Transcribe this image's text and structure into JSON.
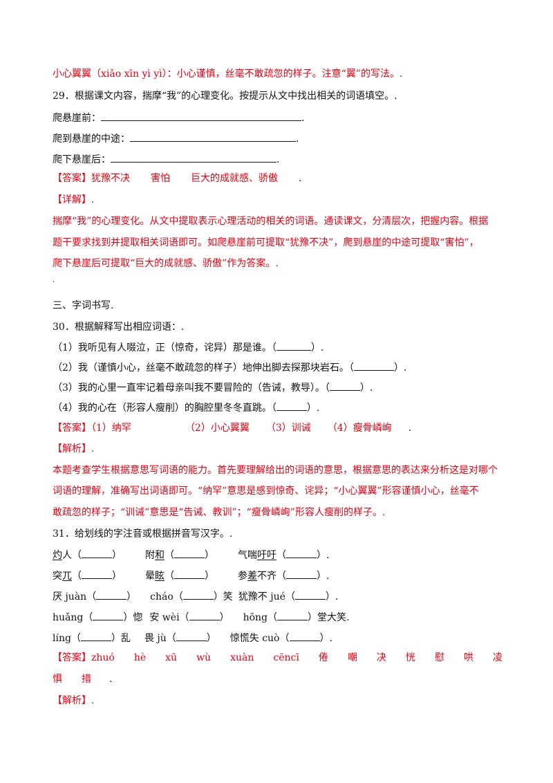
{
  "lines": {
    "l01": "小心翼翼（xiǎo xīn yì yì）：小心谨慎，丝毫不敢疏忽的样子。注意“翼”的写法。.",
    "l02": "29．根据课文内容，揣摩“我”的心理变化。按提示从文中找出相关的词语填空。.",
    "l03_label": "爬悬崖前：",
    "l04_label": "爬到悬崖的中途：",
    "l05_label": "爬下悬崖后：",
    "answer_tag": "【答案】",
    "l06_a": "犹豫不决",
    "l06_b": "害怕",
    "l06_c": "巨大的成就感、骄傲",
    "l07": "【详解】.",
    "l08": "揣摩“我”的心理变化。从文中提取表示心理活动的相关的词语。通读课文，分清层次，把握内容。根据",
    "l09": "题干要求找到并提取相关词语即可。如爬悬崖前可提取“犹豫不决”，爬到悬崖的中途可提取“害怕”，",
    "l10": "爬下悬崖后可提取“巨大的成就感、骄傲”作为答案。.",
    "l11": "三、字词书写.",
    "l12": "30．根据解释写出相应词语：.",
    "l13": "（1）我听见有人啜泣，正（惊奇，诧异）那是谁。（",
    "l14": "（2）我（谨慎小心，丝毫不敢疏忽的样子）地伸出脚去探那块岩石。（",
    "l15": "（3）我的心里一直牢记着母亲叫我不要冒险的（告诫，教导）。（",
    "l16": "（4）我的心在（形容人瘦削）的胸腔里冬冬直跳。（",
    "close": "）.",
    "l17_a": "（1）纳罕",
    "l17_b": "（2）小心翼翼",
    "l17_c": "（3）训诫",
    "l17_d": "（4）瘦骨嶙峋",
    "l18": "【解析】.",
    "l19": "本题考查学生根据意思写词语的能力。首先要理解给出的词语的意思，根据意思的表达来分析这是对哪个",
    "l20": "词语的理解，准确写出词语即可。“纳罕”意思是感到惊奇、诧异；“小心翼翼”形容谨慎小心，丝毫不",
    "l21": "敢疏忽的样子；“训诫”意思是“告诫、教训”；“瘦骨嶙峋”形容人瘦削的样子。.",
    "l22": "31．给划线的字注音或根据拼音写汉字。.",
    "r1": [
      "灼",
      "人（",
      "）",
      "附",
      "和",
      "（",
      "）",
      "气喘",
      "吁吁",
      "（",
      "）."
    ],
    "r2": [
      "突",
      "兀",
      "（",
      "）",
      "晕",
      "眩",
      "（",
      "）",
      "参",
      "差",
      "不齐（",
      "）."
    ],
    "r3": [
      "厌 juàn（",
      "）",
      "cháo（",
      "）笑",
      "犹豫不 jué（",
      "）."
    ],
    "r4": [
      "huǎng（",
      "）惚",
      "安 wèi（",
      "）",
      "hōng（",
      "）堂大笑."
    ],
    "r5": [
      "líng（",
      "）乱",
      "畏 jù（",
      "）",
      "惊慌失 cuò（",
      "）."
    ],
    "ans31": [
      "zhuó",
      "hè",
      "xū",
      "wù",
      "xuàn",
      "cēncī",
      "倦",
      "嘲",
      "决",
      "恍",
      "慰",
      "哄",
      "凌"
    ],
    "ans31b": [
      "惧",
      "措"
    ],
    "end_dot": ".",
    "l26": "【解析】."
  }
}
